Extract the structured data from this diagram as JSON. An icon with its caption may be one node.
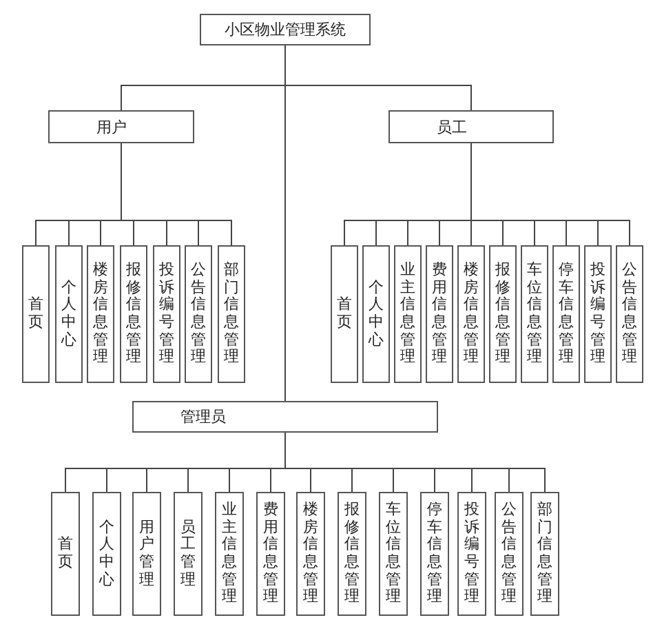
{
  "diagram": {
    "nodes": [
      {
        "text": [
          "小区物业管理系统"
        ]
      },
      {
        "text": [
          "用户"
        ]
      },
      {
        "text": [
          "员工"
        ]
      },
      {
        "text": [
          "首页"
        ]
      },
      {
        "text": [
          "个人中心"
        ]
      },
      {
        "text": [
          "楼房信息管理"
        ]
      },
      {
        "text": [
          "报修信息管理"
        ]
      },
      {
        "text": [
          "投诉编号管理"
        ]
      },
      {
        "text": [
          "公告信息管理"
        ]
      },
      {
        "text": [
          "部门信息管理"
        ]
      },
      {
        "text": [
          "首页"
        ]
      },
      {
        "text": [
          "个人中心"
        ]
      },
      {
        "text": [
          "业主信息管理"
        ]
      },
      {
        "text": [
          "费用信息管理"
        ]
      },
      {
        "text": [
          "楼房信息管理"
        ]
      },
      {
        "text": [
          "报修信息管理"
        ]
      },
      {
        "text": [
          "车位信息管理"
        ]
      },
      {
        "text": [
          "停车信息管理"
        ]
      },
      {
        "text": [
          "投诉编号管理"
        ]
      },
      {
        "text": [
          "公告信息管理"
        ]
      },
      {
        "text": [
          "管理员"
        ]
      },
      {
        "text": [
          "首页"
        ]
      },
      {
        "text": [
          "个人中心"
        ]
      },
      {
        "text": [
          "用户管理"
        ]
      },
      {
        "text": [
          "员工管理"
        ]
      },
      {
        "text": [
          "业主信息管理"
        ]
      },
      {
        "text": [
          "费用信息管理"
        ]
      },
      {
        "text": [
          "楼房信息管理"
        ]
      },
      {
        "text": [
          "报修信息管理"
        ]
      },
      {
        "text": [
          "车位信息管理"
        ]
      },
      {
        "text": [
          "停车信息管理"
        ]
      },
      {
        "text": [
          "投诉编号管理"
        ]
      },
      {
        "text": [
          "公告信息管理"
        ]
      },
      {
        "text": [
          "部门信息管理"
        ]
      }
    ],
    "edges": [
      {
        "from": 0,
        "to": 1,
        "arrow": "none"
      },
      {
        "from": 0,
        "to": 2,
        "arrow": "none"
      },
      {
        "from": 0,
        "to": 20,
        "arrow": "none"
      },
      {
        "from": 1,
        "to": 3,
        "arrow": "none"
      },
      {
        "from": 1,
        "to": 4,
        "arrow": "none"
      },
      {
        "from": 1,
        "to": 5,
        "arrow": "none"
      },
      {
        "from": 1,
        "to": 6,
        "arrow": "none"
      },
      {
        "from": 1,
        "to": 7,
        "arrow": "none"
      },
      {
        "from": 1,
        "to": 8,
        "arrow": "none"
      },
      {
        "from": 1,
        "to": 9,
        "arrow": "none"
      },
      {
        "from": 2,
        "to": 10,
        "arrow": "none"
      },
      {
        "from": 2,
        "to": 11,
        "arrow": "none"
      },
      {
        "from": 2,
        "to": 12,
        "arrow": "none"
      },
      {
        "from": 2,
        "to": 13,
        "arrow": "none"
      },
      {
        "from": 2,
        "to": 14,
        "arrow": "none"
      },
      {
        "from": 2,
        "to": 15,
        "arrow": "none"
      },
      {
        "from": 2,
        "to": 16,
        "arrow": "none"
      },
      {
        "from": 2,
        "to": 17,
        "arrow": "none"
      },
      {
        "from": 2,
        "to": 18,
        "arrow": "none"
      },
      {
        "from": 2,
        "to": 19,
        "arrow": "none"
      },
      {
        "from": 20,
        "to": 21,
        "arrow": "none"
      },
      {
        "from": 20,
        "to": 22,
        "arrow": "none"
      },
      {
        "from": 20,
        "to": 23,
        "arrow": "none"
      },
      {
        "from": 20,
        "to": 24,
        "arrow": "none"
      },
      {
        "from": 20,
        "to": 25,
        "arrow": "none"
      },
      {
        "from": 20,
        "to": 26,
        "arrow": "none"
      },
      {
        "from": 20,
        "to": 27,
        "arrow": "none"
      },
      {
        "from": 20,
        "to": 28,
        "arrow": "none"
      },
      {
        "from": 20,
        "to": 29,
        "arrow": "none"
      },
      {
        "from": 20,
        "to": 30,
        "arrow": "none"
      },
      {
        "from": 20,
        "to": 31,
        "arrow": "none"
      },
      {
        "from": 20,
        "to": 32,
        "arrow": "none"
      },
      {
        "from": 20,
        "to": 33,
        "arrow": "none"
      }
    ]
  }
}
